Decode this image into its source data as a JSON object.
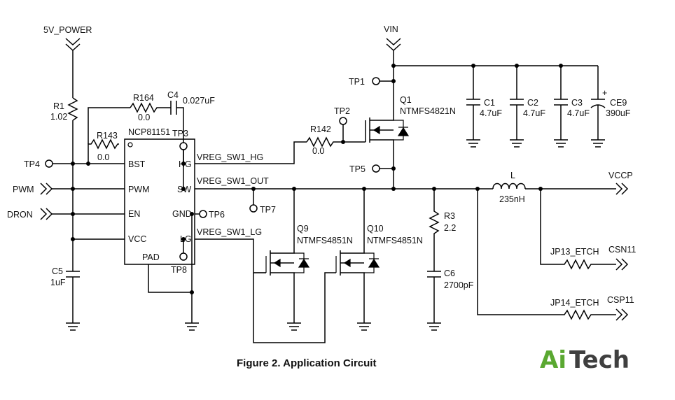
{
  "figure": {
    "caption": "Figure 2. Application Circuit",
    "logo": {
      "part1": "Ai",
      "part2": "Tech",
      "colors": {
        "part1": "#5aa831",
        "part2": "#3f3f3f"
      }
    }
  },
  "power": {
    "supply_5v": "5V_POWER",
    "vin": "VIN"
  },
  "ic": {
    "name": "NCP81151",
    "pins": {
      "bst": "BST",
      "pwm": "PWM",
      "en": "EN",
      "vcc": "VCC",
      "hg": "HG",
      "sw": "SW",
      "gnd": "GND",
      "lg": "LG",
      "pad": "PAD"
    }
  },
  "inputs": {
    "pwm": "PWM",
    "dron": "DRON"
  },
  "outputs": {
    "vccp": "VCCP",
    "csn": "CSN11",
    "csp": "CSP11"
  },
  "nets": {
    "hg": "VREG_SW1_HG",
    "out": "VREG_SW1_OUT",
    "lg": "VREG_SW1_LG"
  },
  "test_points": {
    "tp1": "TP1",
    "tp2": "TP2",
    "tp3": "TP3",
    "tp4": "TP4",
    "tp5": "TP5",
    "tp6": "TP6",
    "tp7": "TP7",
    "tp8": "TP8"
  },
  "components": {
    "r1": {
      "ref": "R1",
      "value": "1.02"
    },
    "r164": {
      "ref": "R164",
      "value": "0.0"
    },
    "c4": {
      "ref": "C4",
      "value": "0.027uF"
    },
    "r143": {
      "ref": "R143",
      "value": "0.0"
    },
    "r142": {
      "ref": "R142",
      "value": "0.0"
    },
    "q1": {
      "ref": "Q1",
      "value": "NTMFS4821N"
    },
    "c1": {
      "ref": "C1",
      "value": "4.7uF"
    },
    "c2": {
      "ref": "C2",
      "value": "4.7uF"
    },
    "c3": {
      "ref": "C3",
      "value": "4.7uF"
    },
    "ce9": {
      "ref": "CE9",
      "value": "390uF",
      "polarity": "+"
    },
    "l": {
      "ref": "L",
      "value": "235nH"
    },
    "r3": {
      "ref": "R3",
      "value": "2.2"
    },
    "c6": {
      "ref": "C6",
      "value": "2700pF"
    },
    "q9": {
      "ref": "Q9",
      "value": "NTMFS4851N"
    },
    "q10": {
      "ref": "Q10",
      "value": "NTMFS4851N"
    },
    "c5": {
      "ref": "C5",
      "value": "1uF"
    },
    "jp13": {
      "ref": "JP13_ETCH"
    },
    "jp14": {
      "ref": "JP14_ETCH"
    }
  }
}
